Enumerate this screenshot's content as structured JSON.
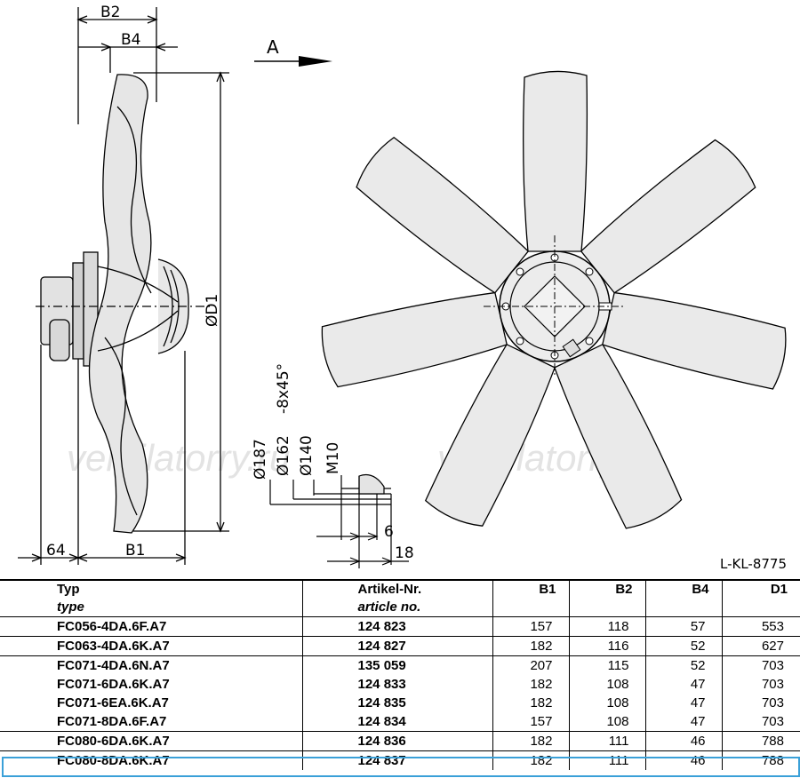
{
  "drawing": {
    "dimension_labels": {
      "b2": "B2",
      "b4": "B4",
      "b1": "B1",
      "d1": "ØD1",
      "sixty_four": "64",
      "arrow_a": "A",
      "dia187": "Ø187",
      "dia162": "Ø162",
      "bolt": "-8x45°",
      "dia140": "Ø140",
      "m10": "M10",
      "six": "6",
      "eighteen": "18"
    },
    "drawing_number": "L-KL-8775",
    "watermark_left": "ventilatorry.ru",
    "watermark_right": "ventilatorry.ru"
  },
  "table": {
    "headers": {
      "typ": "Typ",
      "typ_sub": "type",
      "artikel": "Artikel-Nr.",
      "artikel_sub": "article no.",
      "b1": "B1",
      "b2": "B2",
      "b4": "B4",
      "d1": "D1"
    },
    "rows": [
      {
        "typ": "FC056-4DA.6F.A7",
        "art": "124 823",
        "b1": "157",
        "b2": "118",
        "b4": "57",
        "d1": "553"
      },
      {
        "typ": "FC063-4DA.6K.A7",
        "art": "124 827",
        "b1": "182",
        "b2": "116",
        "b4": "52",
        "d1": "627"
      },
      {
        "typ": "FC071-4DA.6N.A7",
        "art": "135 059",
        "b1": "207",
        "b2": "115",
        "b4": "52",
        "d1": "703"
      },
      {
        "typ": "FC071-6DA.6K.A7",
        "art": "124 833",
        "b1": "182",
        "b2": "108",
        "b4": "47",
        "d1": "703"
      },
      {
        "typ": "FC071-6EA.6K.A7",
        "art": "124 835",
        "b1": "182",
        "b2": "108",
        "b4": "47",
        "d1": "703"
      },
      {
        "typ": "FC071-8DA.6F.A7",
        "art": "124 834",
        "b1": "157",
        "b2": "108",
        "b4": "47",
        "d1": "703"
      },
      {
        "typ": "FC080-6DA.6K.A7",
        "art": "124 836",
        "b1": "182",
        "b2": "111",
        "b4": "46",
        "d1": "788"
      },
      {
        "typ": "FC080-8DA.6K.A7",
        "art": "124 837",
        "b1": "182",
        "b2": "111",
        "b4": "46",
        "d1": "788"
      }
    ],
    "selected_row": 8,
    "selection_color": "#3aa0d8"
  }
}
